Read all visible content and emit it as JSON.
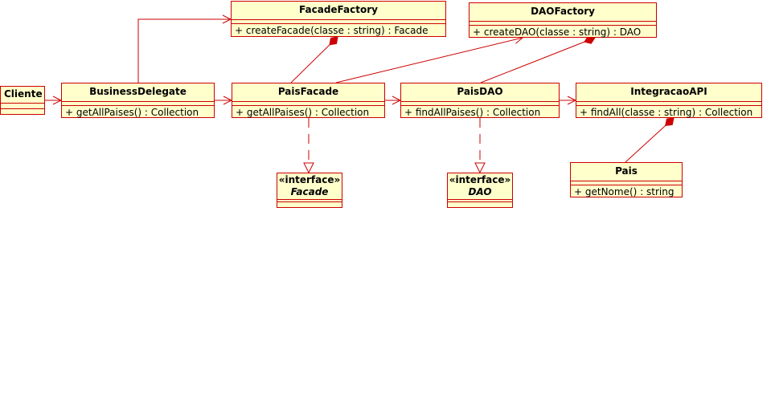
{
  "colors": {
    "line": "#cc0000",
    "fill": "#ffffcc"
  },
  "classes": {
    "cliente": {
      "name": "Cliente"
    },
    "business_delegate": {
      "name": "BusinessDelegate",
      "op": "+ getAllPaises() : Collection"
    },
    "facade_factory": {
      "name": "FacadeFactory",
      "op": "+ createFacade(classe : string) : Facade"
    },
    "dao_factory": {
      "name": "DAOFactory",
      "op": "+ createDAO(classe : string) : DAO"
    },
    "pais_facade": {
      "name": "PaisFacade",
      "op": "+ getAllPaises() : Collection"
    },
    "pais_dao": {
      "name": "PaisDAO",
      "op": "+ findAllPaises() : Collection"
    },
    "integracao_api": {
      "name": "IntegracaoAPI",
      "op": "+ findAll(classe : string) : Collection"
    },
    "pais": {
      "name": "Pais",
      "op": "+ getNome() : string"
    },
    "facade_iface": {
      "stereotype": "«interface»",
      "name": "Facade"
    },
    "dao_iface": {
      "stereotype": "«interface»",
      "name": "DAO"
    }
  }
}
